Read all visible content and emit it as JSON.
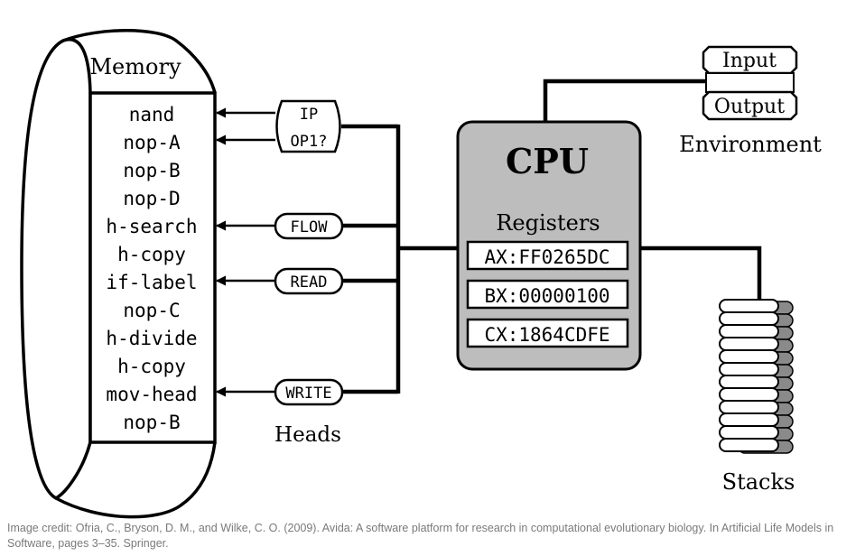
{
  "memory": {
    "title": "Memory",
    "instructions": [
      "nand",
      "nop-A",
      "nop-B",
      "nop-D",
      "h-search",
      "h-copy",
      "if-label",
      "nop-C",
      "h-divide",
      "h-copy",
      "mov-head",
      "nop-B"
    ]
  },
  "heads": {
    "title": "Heads",
    "labels": {
      "ip": "IP",
      "op1": "OP1?",
      "flow": "FLOW",
      "read": "READ",
      "write": "WRITE"
    }
  },
  "cpu": {
    "title": "CPU",
    "registers_title": "Registers",
    "registers": [
      "AX:FF0265DC",
      "BX:00000100",
      "CX:1864CDFE"
    ]
  },
  "environment": {
    "title": "Environment",
    "input": "Input",
    "output": "Output"
  },
  "stacks": {
    "title": "Stacks"
  },
  "credit": "Image credit: Ofria, C., Bryson, D. M., and Wilke, C. O. (2009). Avida: A software platform for research in computational evolutionary biology. In Artificial Life Models in Software, pages 3–35. Springer.",
  "colors": {
    "cpu_fill": "#bdbdbd",
    "stack_back": "#8a8a8a",
    "stroke": "#000000",
    "credit_text": "#7a7a7a"
  }
}
